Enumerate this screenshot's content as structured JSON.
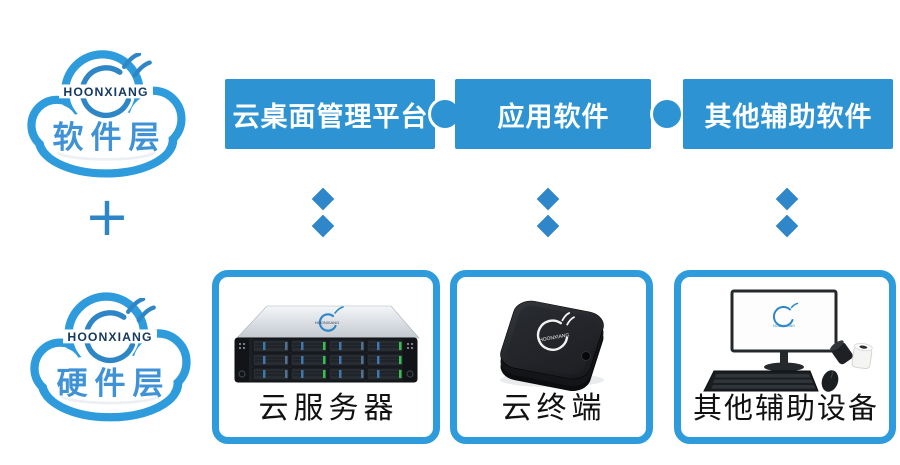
{
  "brand": {
    "logo_text": "HOONXIANG"
  },
  "software_layer": {
    "cloud_label": "软件层",
    "boxes": [
      {
        "label": "云桌面管理平台"
      },
      {
        "label": "应用软件"
      },
      {
        "label": "其他辅助软件"
      }
    ]
  },
  "plus": "+",
  "hardware_layer": {
    "cloud_label": "硬件层",
    "boxes": [
      {
        "label": "云服务器",
        "image": "rack-server"
      },
      {
        "label": "云终端",
        "image": "cloud-terminal"
      },
      {
        "label": "其他辅助设备",
        "image": "desktop-peripherals"
      }
    ]
  },
  "icons": {
    "logo_mark": "open-circle-swoosh",
    "link": "double-diamond",
    "connector": "filled-circle"
  },
  "colors": {
    "box_blue": "#2D93D3",
    "outline_blue": "#2E9CDC",
    "diamond_blue": "#2F86C8",
    "logo_blue": "#2E86C6",
    "logo_text_navy": "#16395F",
    "label_black": "#111111"
  }
}
